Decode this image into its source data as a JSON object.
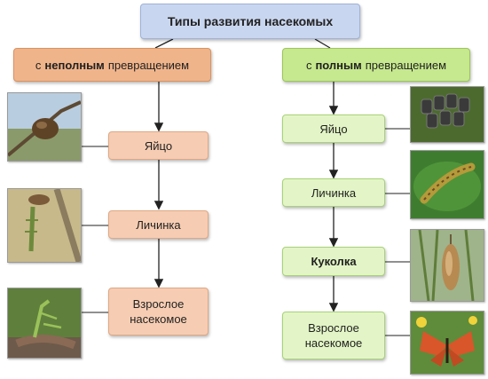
{
  "title": "Типы развития насекомых",
  "incomplete": {
    "prefix": "с",
    "bold": "неполным",
    "suffix": "превращением",
    "stages": [
      "Яйцо",
      "Личинка",
      "Взрослое насекомое"
    ]
  },
  "complete": {
    "prefix": "с",
    "bold": "полным",
    "suffix": "превращением",
    "stages": [
      "Яйцо",
      "Личинка",
      "Куколка",
      "Взрослое насекомое"
    ]
  },
  "photos": {
    "incomplete": [
      "egg-case-photo",
      "nymph-photo",
      "mantis-photo"
    ],
    "complete": [
      "eggs-cluster-photo",
      "caterpillar-photo",
      "chrysalis-photo",
      "butterfly-photo"
    ]
  },
  "colors": {
    "title_bg": "#c9d6ef",
    "incomplete_header": "#f0b48b",
    "incomplete_node": "#f6cdb3",
    "complete_header": "#c6e88e",
    "complete_node": "#e3f5c6"
  }
}
